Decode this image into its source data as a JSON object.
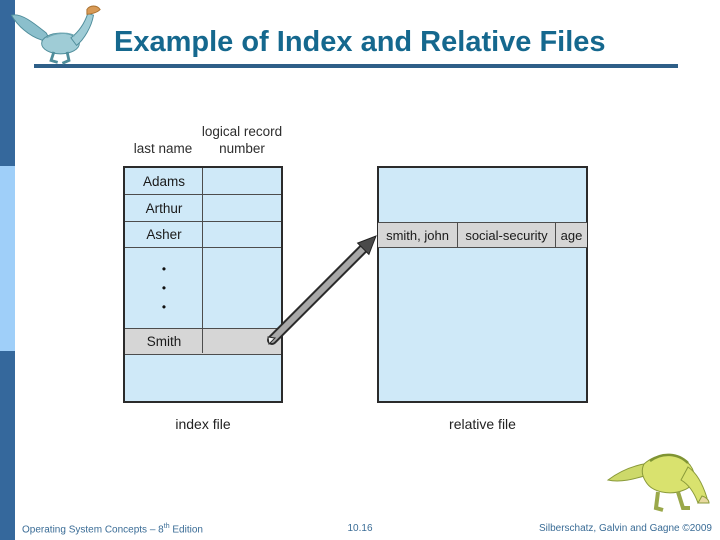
{
  "slide": {
    "title": "Example of Index and Relative Files"
  },
  "diagram": {
    "index_table": {
      "header_top": "logical record",
      "header_col1": "last name",
      "header_bottom": "number",
      "rows": [
        "Adams",
        "Arthur",
        "Asher"
      ],
      "dot": "•",
      "highlight_row": "Smith",
      "caption": "index file"
    },
    "relative_table": {
      "record": [
        "smith, john",
        "social-security",
        "age"
      ],
      "caption": "relative file"
    },
    "arrow": "points from Smith index entry to smith record"
  },
  "footer": {
    "book_prefix": "Operating System Concepts – 8",
    "book_sup": "th",
    "book_suffix": " Edition",
    "page": "10.16",
    "authors": "Silberschatz, Galvin and Gagne ©2009"
  },
  "colors": {
    "accent_dark": "#35689c",
    "accent_light": "#9fcff9",
    "title_text": "#15688e",
    "title_rule": "#2e5f88",
    "table_fill": "#cfe9f8",
    "row_highlight": "#d6d6d6",
    "footer_text": "#3a6c96"
  }
}
